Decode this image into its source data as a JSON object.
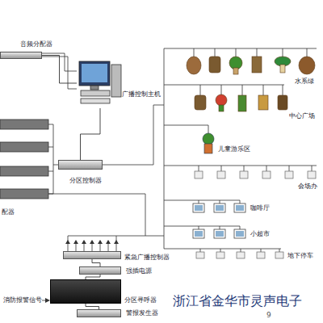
{
  "diagram": {
    "nodes": [
      {
        "text": [
          "音频分配器"
        ]
      },
      {
        "text": [
          "广播控制主机"
        ]
      },
      {
        "text": [
          "分区控制器"
        ]
      },
      {
        "text": [
          "紧急广播控制器"
        ]
      },
      {
        "text": [
          "强插电源"
        ]
      },
      {
        "text": [
          "分区寻呼器"
        ]
      },
      {
        "text": [
          "警报发生器"
        ]
      }
    ],
    "edges": [
      {
        "from": 0,
        "to": 1,
        "arrow": "none"
      },
      {
        "from": 1,
        "to": 2,
        "arrow": "none"
      },
      {
        "from": 4,
        "to": 3,
        "arrow": "none"
      },
      {
        "from": 5,
        "to": 4,
        "arrow": "none"
      },
      {
        "from": 6,
        "to": 5,
        "arrow": "none"
      }
    ],
    "labels": [
      "水系绿",
      "中心广场",
      "儿童游乐区",
      "会场办",
      "咖啡厅",
      "小超市",
      "地下停车",
      "配器",
      "消防报警信号",
      "浙江省金华市灵声电子",
      "9"
    ]
  }
}
